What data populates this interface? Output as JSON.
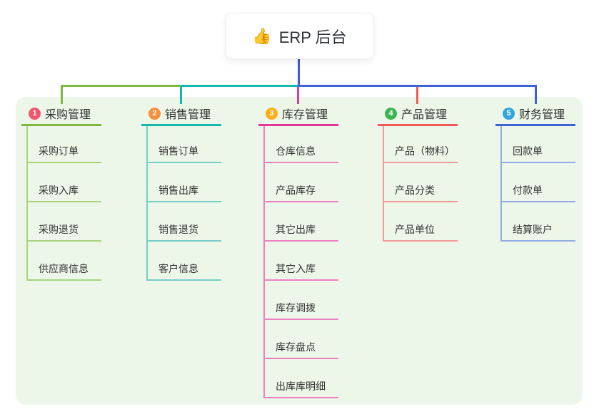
{
  "root": {
    "icon": "👍",
    "label": "ERP 后台"
  },
  "branches": [
    {
      "index": "1",
      "label": "采购管理",
      "badge_color": "#f1566a",
      "line_color": "#7cb93f",
      "child_line_color": "#a9d37f",
      "children": [
        "采购订单",
        "采购入库",
        "采购退货",
        "供应商信息"
      ]
    },
    {
      "index": "2",
      "label": "销售管理",
      "badge_color": "#f98e3d",
      "line_color": "#14b8ac",
      "child_line_color": "#76cfc8",
      "children": [
        "销售订单",
        "销售出库",
        "销售退货",
        "客户信息"
      ]
    },
    {
      "index": "3",
      "label": "库存管理",
      "badge_color": "#fbaf1c",
      "line_color": "#e2399b",
      "child_line_color": "#ee82c1",
      "children": [
        "仓库信息",
        "产品库存",
        "其它出库",
        "其它入库",
        "库存调拨",
        "库存盘点",
        "出库库明细"
      ]
    },
    {
      "index": "4",
      "label": "产品管理",
      "badge_color": "#3cb450",
      "line_color": "#f25858",
      "child_line_color": "#f59a9a",
      "children": [
        "产品（物料）",
        "产品分类",
        "产品单位"
      ]
    },
    {
      "index": "5",
      "label": "财务管理",
      "badge_color": "#35a6da",
      "line_color": "#3f62d4",
      "child_line_color": "#93abe4",
      "children": [
        "回款单",
        "付款单",
        "结算账户"
      ]
    }
  ],
  "colors": {
    "panel_bg": "#ecf7e9",
    "root_line": "#4a56d6",
    "text": "#333333",
    "canvas_bg": "#ffffff"
  }
}
